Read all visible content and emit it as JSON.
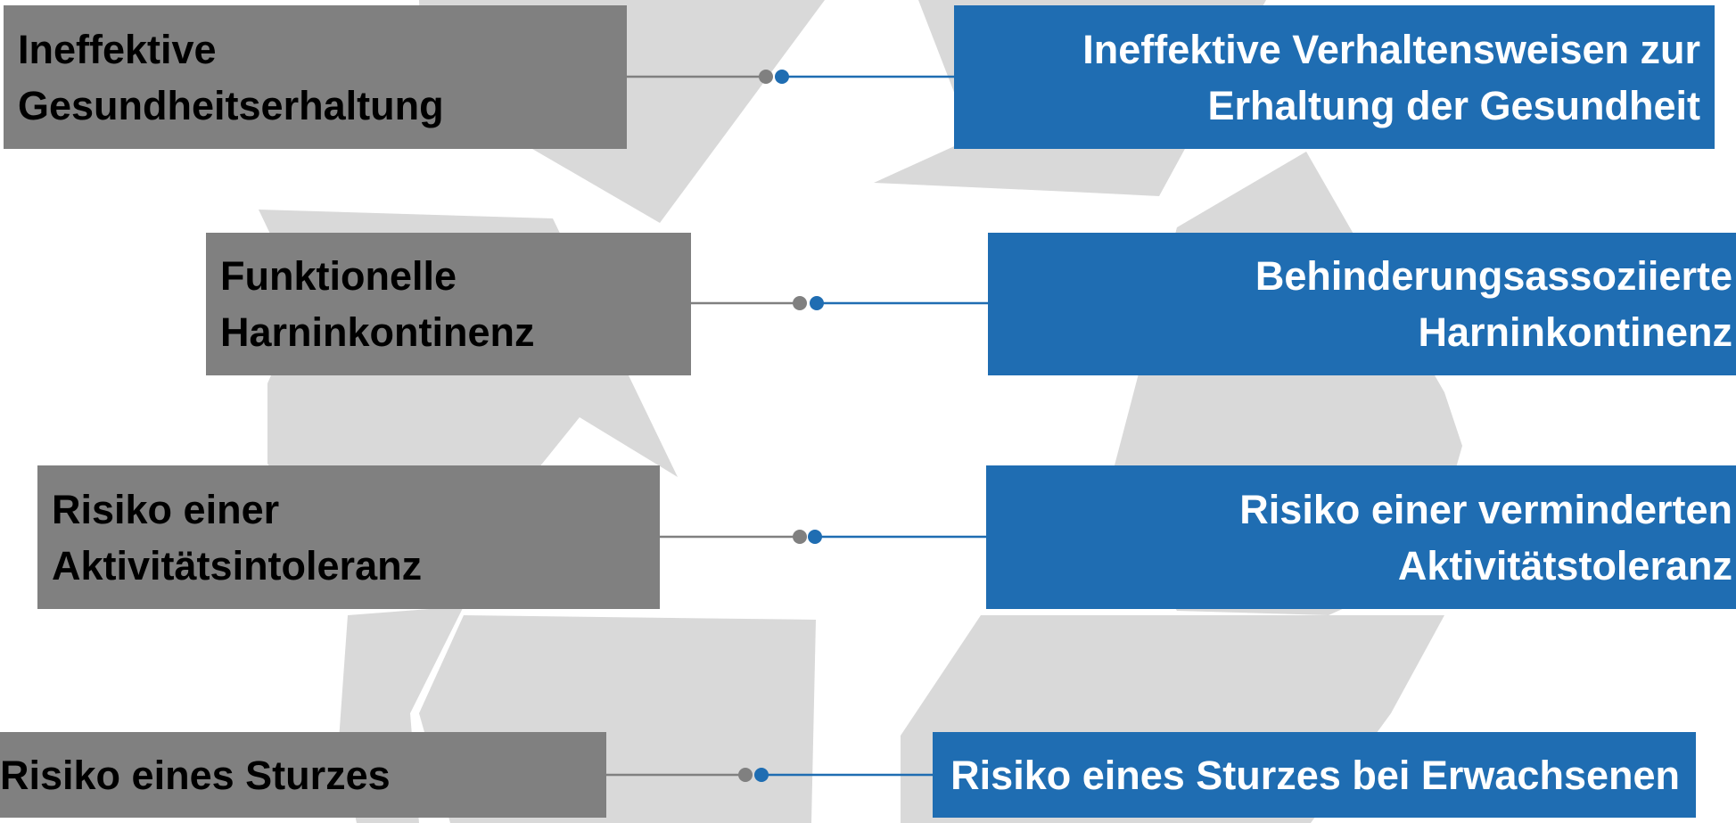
{
  "colors": {
    "old_box": "#808080",
    "new_box": "#1f6db2",
    "old_text": "#000000",
    "new_text": "#ffffff",
    "recycle_symbol": "#d9d9d9",
    "old_connector": "#808080",
    "new_connector": "#1f6db2"
  },
  "background_icon": "recycle-icon",
  "mappings": [
    {
      "old": {
        "line1": "Ineffektive",
        "line2": "Gesundheitserhaltung"
      },
      "new": {
        "line1": "Ineffektive Verhaltensweisen zur",
        "line2": "Erhaltung der Gesundheit"
      }
    },
    {
      "old": {
        "line1": "Funktionelle",
        "line2": "Harninkontinenz"
      },
      "new": {
        "line1": "Behinderungsassoziierte",
        "line2": "Harninkontinenz"
      }
    },
    {
      "old": {
        "line1": "Risiko einer",
        "line2": "Aktivitätsintoleranz"
      },
      "new": {
        "line1": "Risiko einer verminderten",
        "line2": "Aktivitätstoleranz"
      }
    },
    {
      "old": {
        "line1": "Risiko eines Sturzes",
        "line2": ""
      },
      "new": {
        "line1": "Risiko eines Sturzes bei Erwachsenen",
        "line2": ""
      }
    }
  ]
}
